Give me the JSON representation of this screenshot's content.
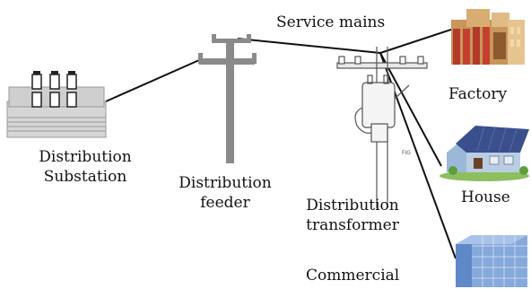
{
  "nodes": {
    "substation": {
      "line1": "Distribution",
      "line2": "Substation",
      "icon": "substation-icon"
    },
    "feeder": {
      "line1": "Distribution",
      "line2": "feeder",
      "icon": "utility-pole-icon"
    },
    "transformer": {
      "line1": "Distribution",
      "line2": "transformer",
      "icon": "pole-transformer-icon"
    },
    "service_mains": {
      "label": "Service mains"
    },
    "factory": {
      "label": "Factory",
      "icon": "factory-icon"
    },
    "house": {
      "label": "House",
      "icon": "house-icon"
    },
    "commercial": {
      "label": "Commercial",
      "icon": "office-building-icon"
    }
  }
}
